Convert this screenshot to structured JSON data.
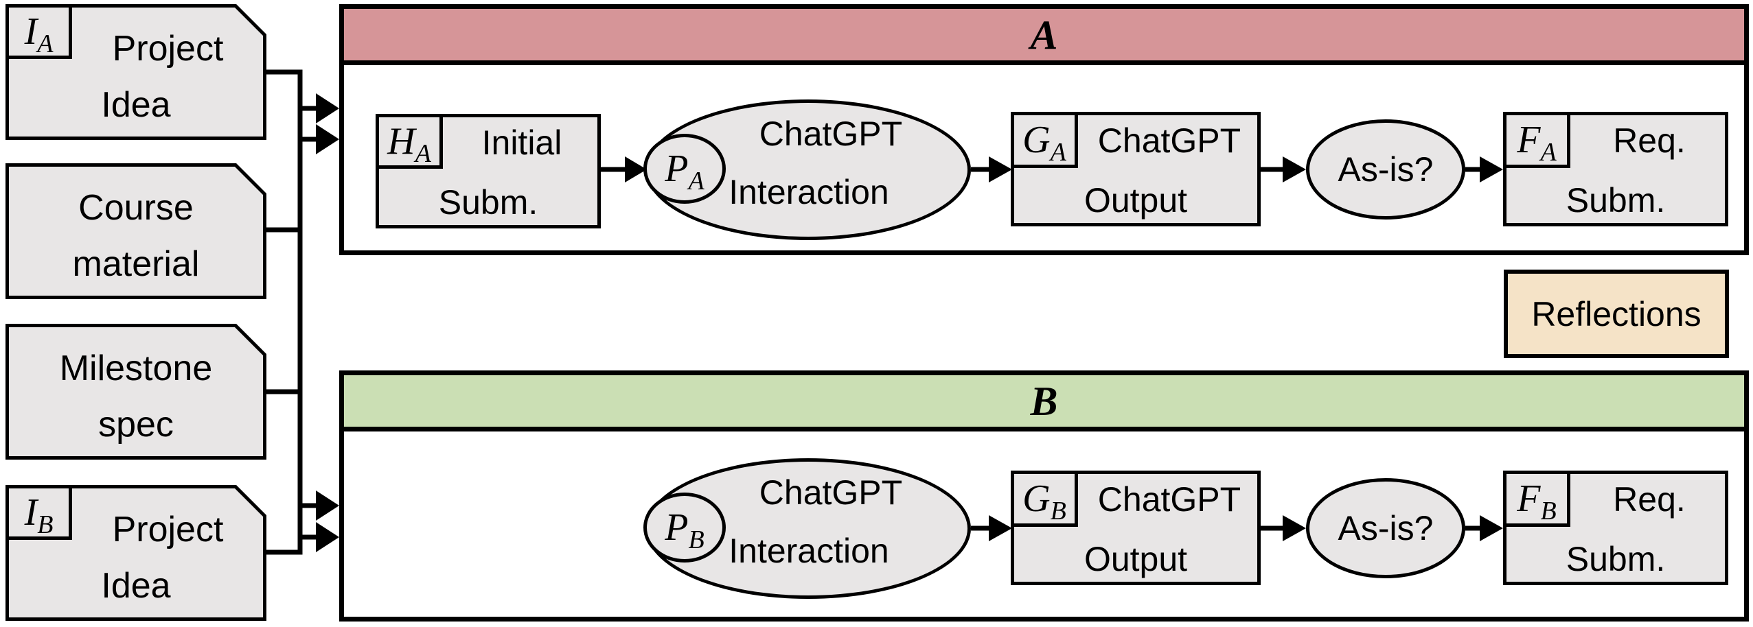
{
  "palette": {
    "lane_a_header": "#d69598",
    "lane_b_header": "#cbdfb4",
    "shape_fill": "#e8e6e6",
    "reflections_fill": "#f5e3c7",
    "line": "#000000",
    "background": "#ffffff"
  },
  "documents": [
    {
      "tag": "I",
      "sub": "A",
      "line1": "Project",
      "line2": "Idea"
    },
    {
      "line1": "Course",
      "line2": "material"
    },
    {
      "line1": "Milestone",
      "line2": "spec"
    },
    {
      "tag": "I",
      "sub": "B",
      "line1": "Project",
      "line2": "Idea"
    }
  ],
  "lane_a": {
    "label": "A",
    "initial_subm": {
      "tag": "H",
      "sub": "A",
      "line1": "Initial",
      "line2": "Subm."
    },
    "interaction": {
      "tag": "P",
      "sub": "A",
      "line1": "ChatGPT",
      "line2": "Interaction"
    },
    "output": {
      "tag": "G",
      "sub": "A",
      "line1": "ChatGPT",
      "line2": "Output"
    },
    "decision": "As-is?",
    "req_subm": {
      "tag": "F",
      "sub": "A",
      "line1": "Req.",
      "line2": "Subm."
    }
  },
  "lane_b": {
    "label": "B",
    "interaction": {
      "tag": "P",
      "sub": "B",
      "line1": "ChatGPT",
      "line2": "Interaction"
    },
    "output": {
      "tag": "G",
      "sub": "B",
      "line1": "ChatGPT",
      "line2": "Output"
    },
    "decision": "As-is?",
    "req_subm": {
      "tag": "F",
      "sub": "B",
      "line1": "Req.",
      "line2": "Subm."
    }
  },
  "reflections": "Reflections"
}
